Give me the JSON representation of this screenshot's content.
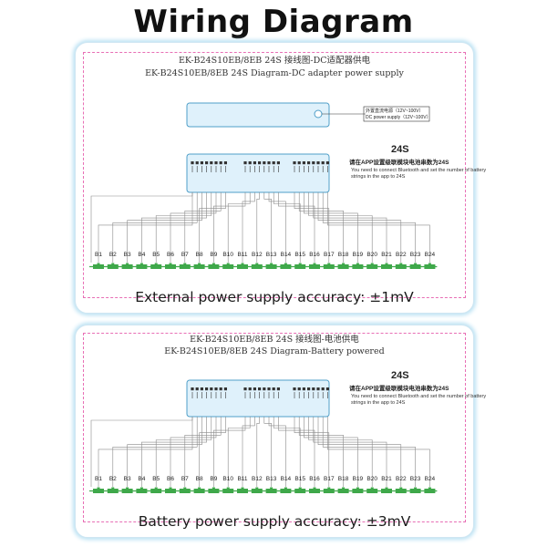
{
  "page_title": "Wiring Diagram",
  "panels": [
    {
      "title_cn": "EK-B24S10EB/8EB 24S 接线图-DC适配器供电",
      "title_en": "EK-B24S10EB/8EB 24S Diagram-DC adapter power supply",
      "dc_label_cn": "外置直流电源（12V~100V）",
      "dc_label_en": "DC power supply（12V~100V）",
      "string_count": "24S",
      "note_cn": "请在APP设置级联模块电池串数为24S",
      "note_en": "You need to connect Bluetooth and set the number of battery strings in the app to 24S",
      "accuracy": "External power supply accuracy: ±1mV"
    },
    {
      "title_cn": "EK-B24S10EB/8EB 24S 接线图-电池供电",
      "title_en": "EK-B24S10EB/8EB 24S Diagram-Battery powered",
      "string_count": "24S",
      "note_cn": "请在APP设置级联模块电池串数为24S",
      "note_en": "You need to connect Bluetooth and set the number of battery strings in the app to 24S",
      "accuracy": "Battery power supply accuracy: ±3mV"
    }
  ],
  "battery_labels": [
    "B1",
    "B2",
    "B3",
    "B4",
    "B5",
    "B6",
    "B7",
    "B8",
    "B9",
    "B10",
    "B11",
    "B12",
    "B13",
    "B14",
    "B15",
    "B16",
    "B17",
    "B18",
    "B19",
    "B20",
    "B21",
    "B22",
    "B23",
    "B24"
  ],
  "colors": {
    "wire": "#8a8a8a",
    "frame": "#e86fb5",
    "battery": "#3fa84a",
    "module": "#dff1fb",
    "module_border": "#4f9fc8",
    "panel_glow": "#b9e1f3"
  }
}
